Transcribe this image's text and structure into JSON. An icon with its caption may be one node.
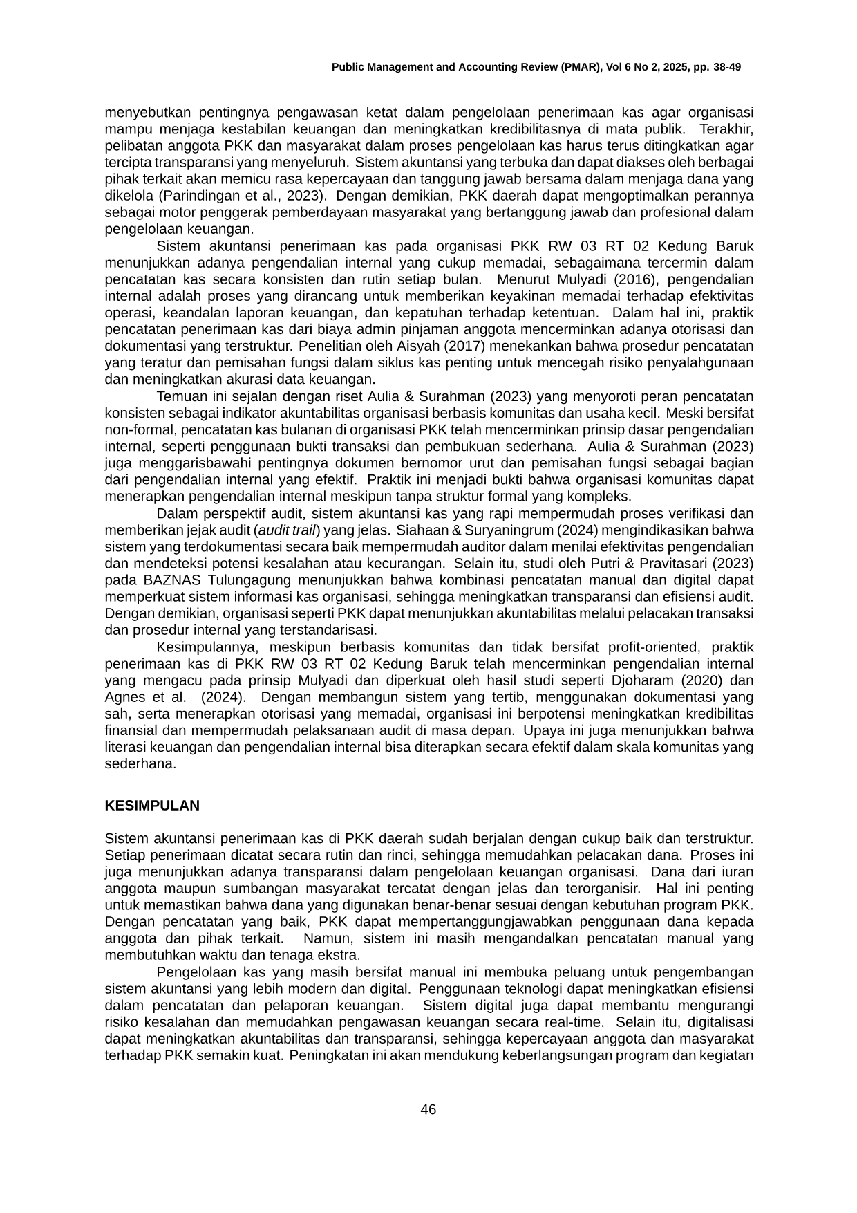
{
  "diagram": {
    "labels": [
      "Public Management and Accounting Review (PMAR), Vol 6 No 2, 2025, pp. 38-49",
      "menyebutkan pentingnya pengawasan ketat dalam pengelolaan penerimaan kas agar organisasi mampu menjaga kestabilan keuangan dan meningkatkan kredibilitasnya di mata publik. Terakhir, pelibatan anggota PKK dan masyarakat dalam proses pengelolaan kas harus terus ditingkatkan agar tercipta transparansi yang menyeluruh. Sistem akuntansi yang terbuka dan dapat diakses oleh berbagai pihak terkait akan memicu rasa kepercayaan dan tanggung jawab bersama dalam menjaga dana yang dikelola (Parindingan et al., 2023). Dengan demikian, PKK daerah dapat mengoptimalkan perannya sebagai motor penggerak pemberdayaan masyarakat yang bertanggung jawab dan profesional dalam pengelolaan keuangan.",
      "Sistem akuntansi penerimaan kas pada organisasi PKK RW 03 RT 02 Kedung Baruk menunjukkan adanya pengendalian internal yang cukup memadai, sebagaimana tercermin dalam pencatatan kas secara konsisten dan rutin setiap bulan. Menurut Mulyadi (2016), pengendalian internal adalah proses yang dirancang untuk memberikan keyakinan memadai terhadap efektivitas operasi, keandalan laporan keuangan, dan kepatuhan terhadap ketentuan. Dalam hal ini, praktik pencatatan penerimaan kas dari biaya admin pinjaman anggota mencerminkan adanya otorisasi dan dokumentasi yang terstruktur. Penelitian oleh Aisyah (2017) menekankan bahwa prosedur pencatatan yang teratur dan pemisahan fungsi dalam siklus kas penting untuk mencegah risiko penyalahgunaan dan meningkatkan akurasi data keuangan.",
      "Temuan ini sejalan dengan riset Aulia & Surahman (2023) yang menyoroti peran pencatatan konsisten sebagai indikator akuntabilitas organisasi berbasis komunitas dan usaha kecil. Meski bersifat non-formal, pencatatan kas bulanan di organisasi PKK telah mencerminkan prinsip dasar pengendalian internal, seperti penggunaan bukti transaksi dan pembukuan sederhana. Aulia & Surahman (2023) juga menggarisbawahi pentingnya dokumen bernomor urut dan pemisahan fungsi sebagai bagian dari pengendalian internal yang efektif. Praktik ini menjadi bukti bahwa organisasi komunitas dapat menerapkan pengendalian internal meskipun tanpa struktur formal yang kompleks.",
      "Dalam perspektif audit, sistem akuntansi kas yang rapi mempermudah proses verifikasi dan memberikan jejak audit (*audit trail*) yang jelas. Siahaan & Suryaningrum (2024) mengindikasikan bahwa sistem yang terdokumentasi secara baik mempermudah auditor dalam menilai efektivitas pengendalian dan mendeteksi potensi kesalahan atau kecurangan. Selain itu, studi oleh Putri & Pravitasari (2023) pada BAZNAS Tulungagung menunjukkan bahwa kombinasi pencatatan manual dan digital dapat memperkuat sistem informasi kas organisasi, sehingga meningkatkan transparansi dan efisiensi audit. Dengan demikian, organisasi seperti PKK dapat menunjukkan akuntabilitas melalui pelacakan transaksi dan prosedur internal yang terstandarisasi.",
      "Kesimpulannya, meskipun berbasis komunitas dan tidak bersifat profit-oriented, praktik penerimaan kas di PKK RW 03 RT 02 Kedung Baruk telah mencerminkan pengendalian internal yang mengacu pada prinsip Mulyadi dan diperkuat oleh hasil studi seperti Djoharam (2020) dan Agnes et al. (2024). Dengan membangun sistem yang tertib, menggunakan dokumentasi yang sah, serta menerapkan otorisasi yang memadai, organisasi ini berpotensi meningkatkan kredibilitas finansial dan mempermudah pelaksanaan audit di masa depan. Upaya ini juga menunjukkan bahwa literasi keuangan dan pengendalian internal bisa diterapkan secara efektif dalam skala komunitas yang sederhana.",
      "KESIMPULAN",
      "Sistem akuntansi penerimaan kas di PKK daerah sudah berjalan dengan cukup baik dan terstruktur. Setiap penerimaan dicatat secara rutin dan rinci, sehingga memudahkan pelacakan dana. Proses ini juga menunjukkan adanya transparansi dalam pengelolaan keuangan organisasi. Dana dari iuran anggota maupun sumbangan masyarakat tercatat dengan jelas dan terorganisir. Hal ini penting untuk memastikan bahwa dana yang digunakan benar-benar sesuai dengan kebutuhan program PKK. Dengan pencatatan yang baik, PKK dapat mempertanggungjawabkan penggunaan dana kepada anggota dan pihak terkait. Namun, sistem ini masih mengandalkan pencatatan manual yang membutuhkan waktu dan tenaga ekstra.",
      "Pengelolaan kas yang masih bersifat manual ini membuka peluang untuk pengembangan sistem akuntansi yang lebih modern dan digital. Penggunaan teknologi dapat meningkatkan efisiensi dalam pencatatan dan pelaporan keuangan. Sistem digital juga dapat membantu mengurangi risiko kesalahan dan memudahkan pengawasan keuangan secara real-time. Selain itu, digitalisasi dapat meningkatkan akuntabilitas dan transparansi, sehingga kepercayaan anggota dan masyarakat terhadap PKK semakin kuat. Peningkatan ini akan mendukung keberlangsungan program dan kegiatan",
      "46"
    ]
  }
}
